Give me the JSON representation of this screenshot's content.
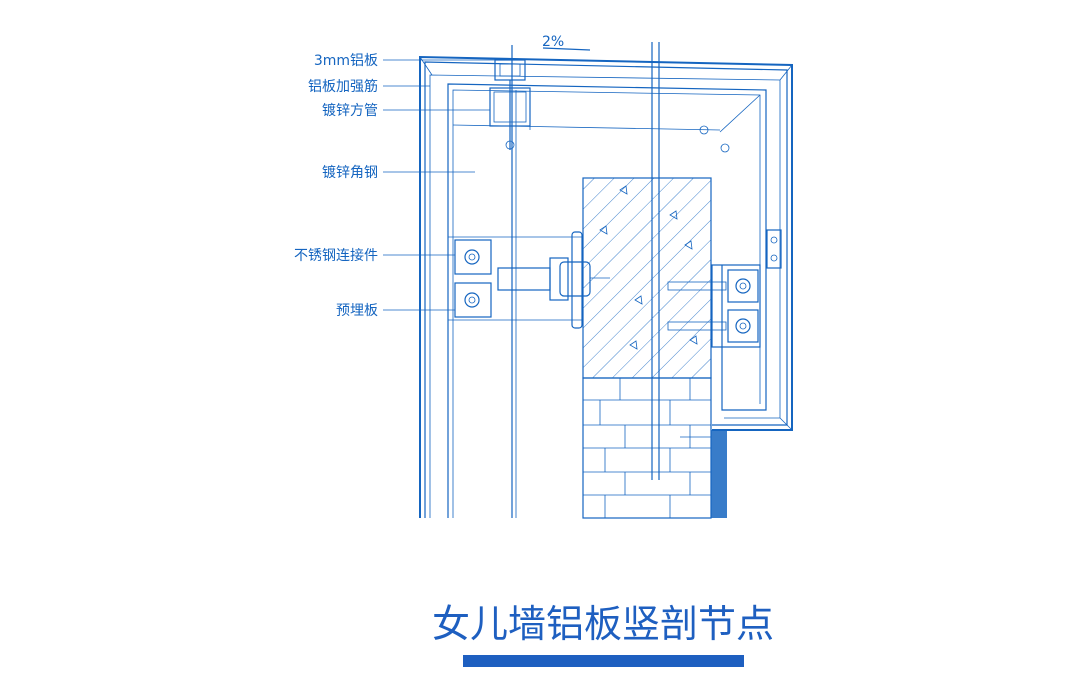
{
  "diagram": {
    "slope": "2%",
    "labels": [
      {
        "id": "aluminum-panel",
        "text": "3mm铝板"
      },
      {
        "id": "panel-stiffener",
        "text": "铝板加强筋"
      },
      {
        "id": "galvanized-square-tube",
        "text": "镀锌方管"
      },
      {
        "id": "galvanized-angle-steel",
        "text": "镀锌角钢"
      },
      {
        "id": "stainless-connector",
        "text": "不锈钢连接件"
      },
      {
        "id": "embedded-plate",
        "text": "预埋板"
      }
    ],
    "title": "女儿墙铝板竖剖节点"
  },
  "colors": {
    "line": "#1565c0",
    "title_bar": "#1e5fc0"
  }
}
